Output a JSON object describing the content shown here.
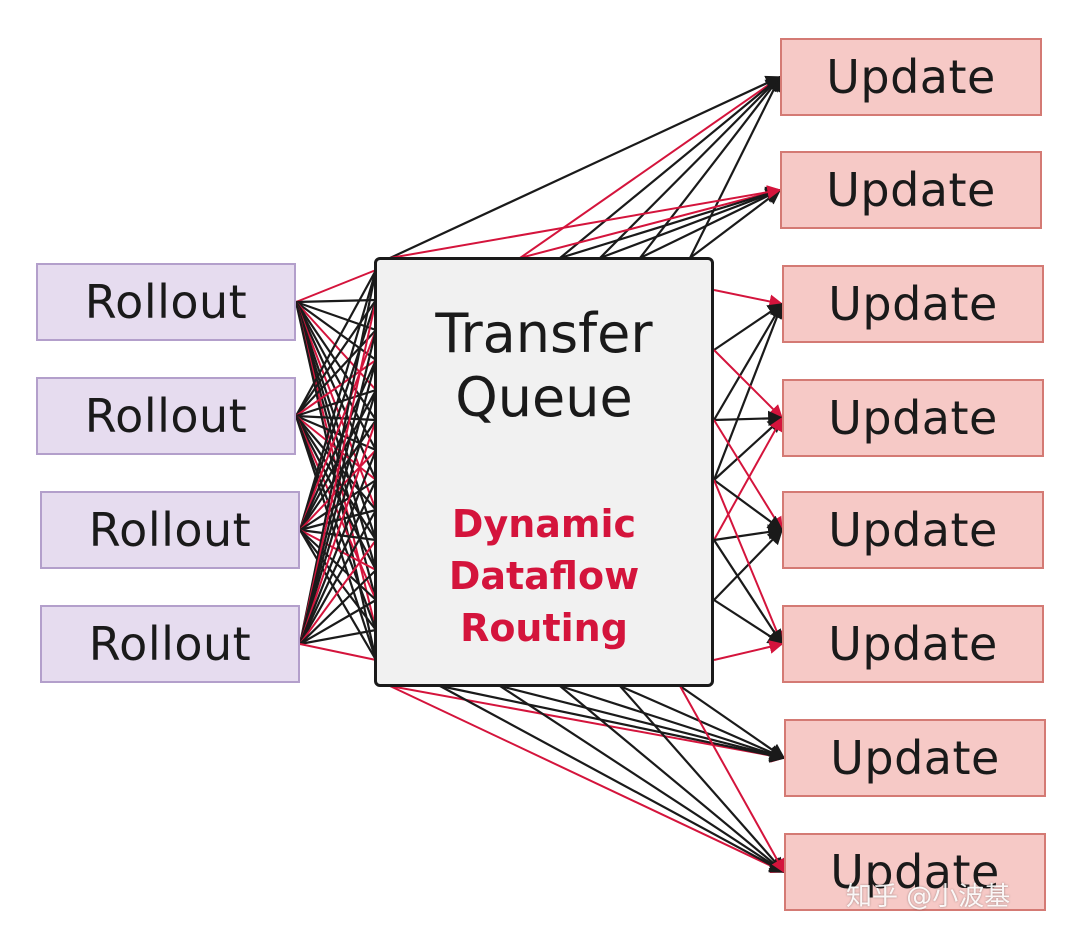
{
  "rollouts": [
    {
      "label": "Rollout"
    },
    {
      "label": "Rollout"
    },
    {
      "label": "Rollout"
    },
    {
      "label": "Rollout"
    }
  ],
  "queue": {
    "title_line1": "Transfer",
    "title_line2": "Queue",
    "subtitle_line1": "Dynamic",
    "subtitle_line2": "Dataflow",
    "subtitle_line3": "Routing"
  },
  "updates": [
    {
      "label": "Update"
    },
    {
      "label": "Update"
    },
    {
      "label": "Update"
    },
    {
      "label": "Update"
    },
    {
      "label": "Update"
    },
    {
      "label": "Update"
    },
    {
      "label": "Update"
    },
    {
      "label": "Update"
    }
  ],
  "watermark": "知乎 @小波基",
  "colors": {
    "edge_black": "#1a1a1a",
    "edge_red": "#d4143c",
    "rollout_fill": "#e6dcef",
    "update_fill": "#f6c9c6"
  }
}
